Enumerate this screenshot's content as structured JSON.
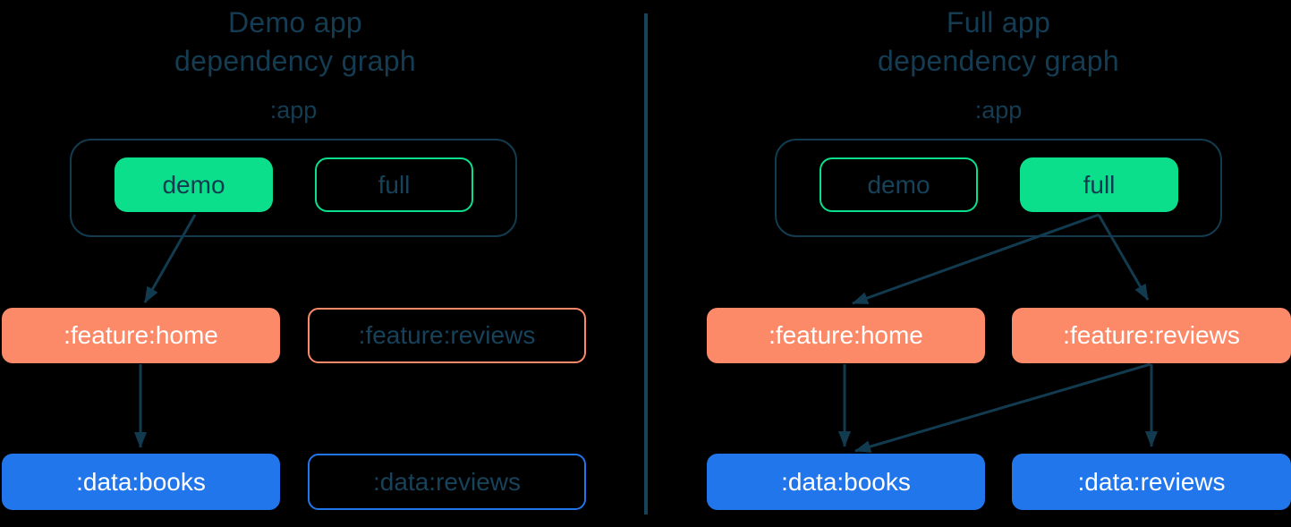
{
  "colors": {
    "background": "#000000",
    "navy": "#123B50",
    "green": "#0BDF8C",
    "orange": "#FC8A68",
    "blue": "#2176EB",
    "text_on_fill": "#FFFFFF",
    "text_navy": "#17425A"
  },
  "panels": [
    {
      "title_line1": "Demo app",
      "title_line2": "dependency graph",
      "app_label": ":app",
      "variants": [
        {
          "label": "demo",
          "included": true
        },
        {
          "label": "full",
          "included": false
        }
      ],
      "features": [
        {
          "label": ":feature:home",
          "included": true
        },
        {
          "label": ":feature:reviews",
          "included": false
        }
      ],
      "data_modules": [
        {
          "label": ":data:books",
          "included": true
        },
        {
          "label": ":data:reviews",
          "included": false
        }
      ],
      "edges": [
        {
          "from": "demo",
          "to": ":feature:home"
        },
        {
          "from": ":feature:home",
          "to": ":data:books"
        }
      ]
    },
    {
      "title_line1": "Full app",
      "title_line2": "dependency graph",
      "app_label": ":app",
      "variants": [
        {
          "label": "demo",
          "included": false
        },
        {
          "label": "full",
          "included": true
        }
      ],
      "features": [
        {
          "label": ":feature:home",
          "included": true
        },
        {
          "label": ":feature:reviews",
          "included": true
        }
      ],
      "data_modules": [
        {
          "label": ":data:books",
          "included": true
        },
        {
          "label": ":data:reviews",
          "included": true
        }
      ],
      "edges": [
        {
          "from": "full",
          "to": ":feature:home"
        },
        {
          "from": "full",
          "to": ":feature:reviews"
        },
        {
          "from": ":feature:home",
          "to": ":data:books"
        },
        {
          "from": ":feature:reviews",
          "to": ":data:books"
        },
        {
          "from": ":feature:reviews",
          "to": ":data:reviews"
        }
      ]
    }
  ]
}
